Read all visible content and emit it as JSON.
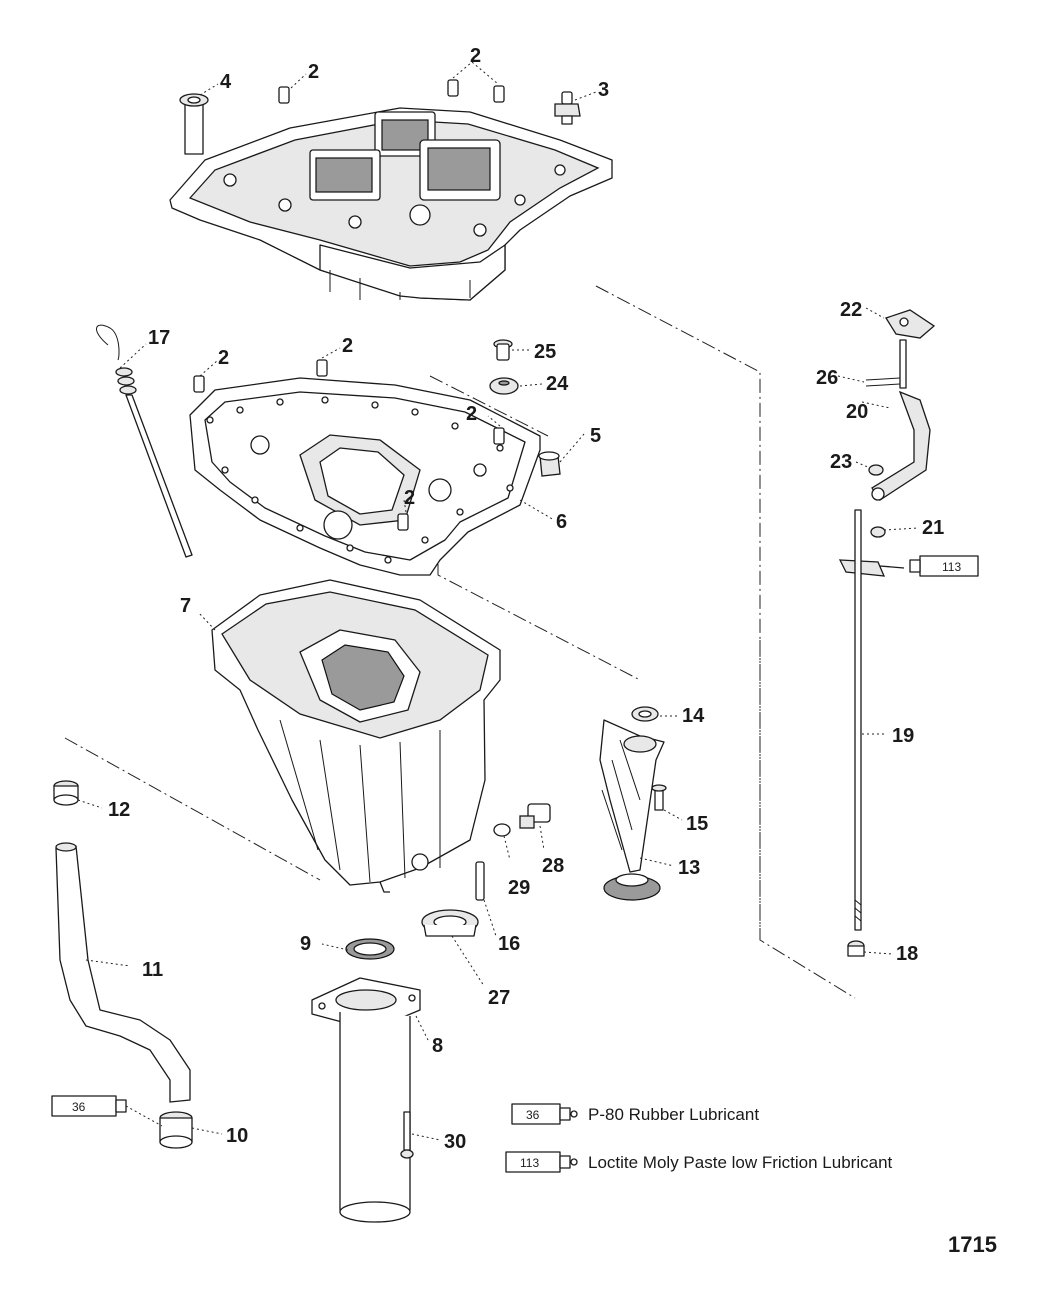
{
  "callouts": {
    "c2": "2",
    "c3": "3",
    "c4": "4",
    "c5": "5",
    "c6": "6",
    "c7": "7",
    "c8": "8",
    "c9": "9",
    "c10": "10",
    "c11": "11",
    "c12": "12",
    "c13": "13",
    "c14": "14",
    "c15": "15",
    "c16": "16",
    "c17": "17",
    "c18": "18",
    "c19": "19",
    "c20": "20",
    "c21": "21",
    "c22": "22",
    "c23": "23",
    "c24": "24",
    "c25": "25",
    "c26": "26",
    "c27": "27",
    "c28": "28",
    "c29": "29",
    "c30": "30"
  },
  "tubes": {
    "lube_36": "36",
    "lube_113": "113"
  },
  "legend": {
    "item1_code": "36",
    "item1_text": "P-80 Rubber Lubricant",
    "item2_code": "113",
    "item2_text": "Loctite Moly Paste low Friction Lubricant"
  },
  "figure_number": "1715"
}
